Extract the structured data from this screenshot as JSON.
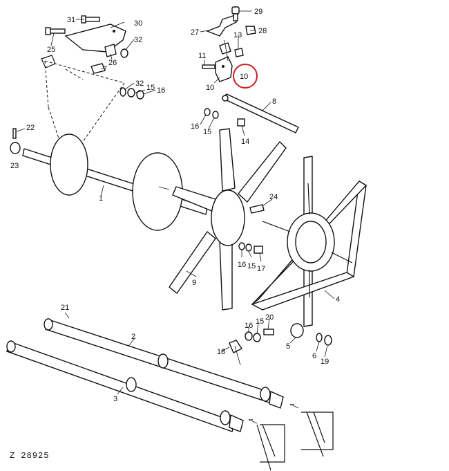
{
  "figure_id": "Z 28925",
  "highlight_color": "#cc1f1f",
  "highlighted_callout": "10",
  "callouts": {
    "c1": "1",
    "c2": "2",
    "c3": "3",
    "c4": "4",
    "c5": "5",
    "c6": "6",
    "c7": "7",
    "c8": "8",
    "c9": "9",
    "c10a": "10",
    "c10b": "10",
    "c11": "11",
    "c13": "13",
    "c14": "14",
    "c15a": "15",
    "c15b": "15",
    "c15c": "15",
    "c15d": "15",
    "c16a": "16",
    "c16b": "16",
    "c16c": "16",
    "c16d": "16",
    "c17": "17",
    "c18": "18",
    "c19": "19",
    "c20": "20",
    "c21": "21",
    "c22": "22",
    "c23": "23",
    "c24": "24",
    "c25": "25",
    "c26": "26",
    "c27": "27",
    "c28": "28",
    "c29": "29",
    "c30": "30",
    "c31": "31",
    "c32a": "32",
    "c32b": "32"
  }
}
